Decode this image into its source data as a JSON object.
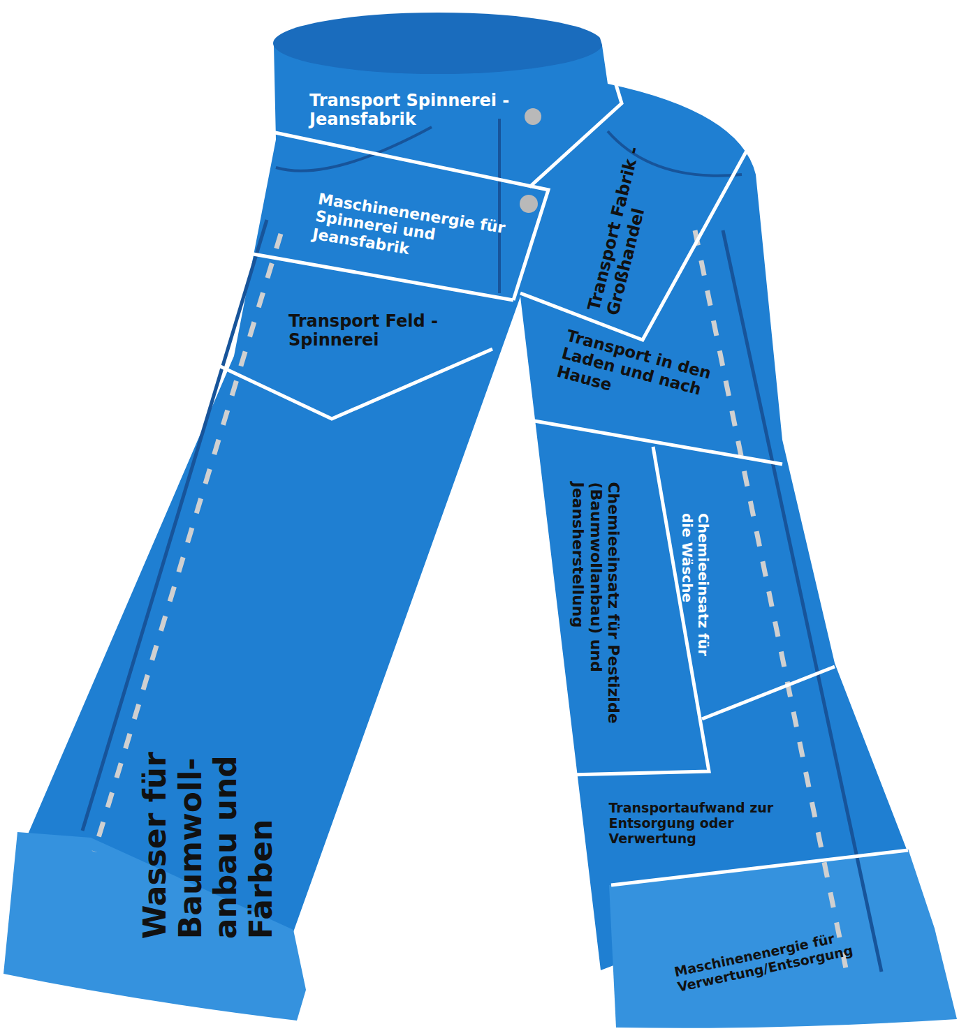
{
  "diagram": {
    "nodes": [
      {
        "text": [
          "Transport Spinnerei - Jeansfabrik"
        ]
      },
      {
        "text": [
          "Transport Fabrik - Großhandel"
        ]
      },
      {
        "text": [
          "Maschinenenergie für Spinnerei und Jeansfabrik"
        ]
      },
      {
        "text": [
          "Transport Feld - Spinnerei"
        ]
      },
      {
        "text": [
          "Transport in den Laden und nach Hause"
        ]
      },
      {
        "text": [
          "Chemieeinsatz für Pestizide (Baumwollanbau) und Jeansherstellung"
        ]
      },
      {
        "text": [
          "Chemieeinsatz für die Wäsche"
        ]
      },
      {
        "text": [
          "Wasser für Baumwoll- anbau und Färben"
        ]
      },
      {
        "text": [
          "Transportaufwand zur Entsorgung oder Verwertung"
        ]
      },
      {
        "text": [
          "Maschinenenergie für Verwertung/Entsorgung"
        ]
      }
    ]
  }
}
